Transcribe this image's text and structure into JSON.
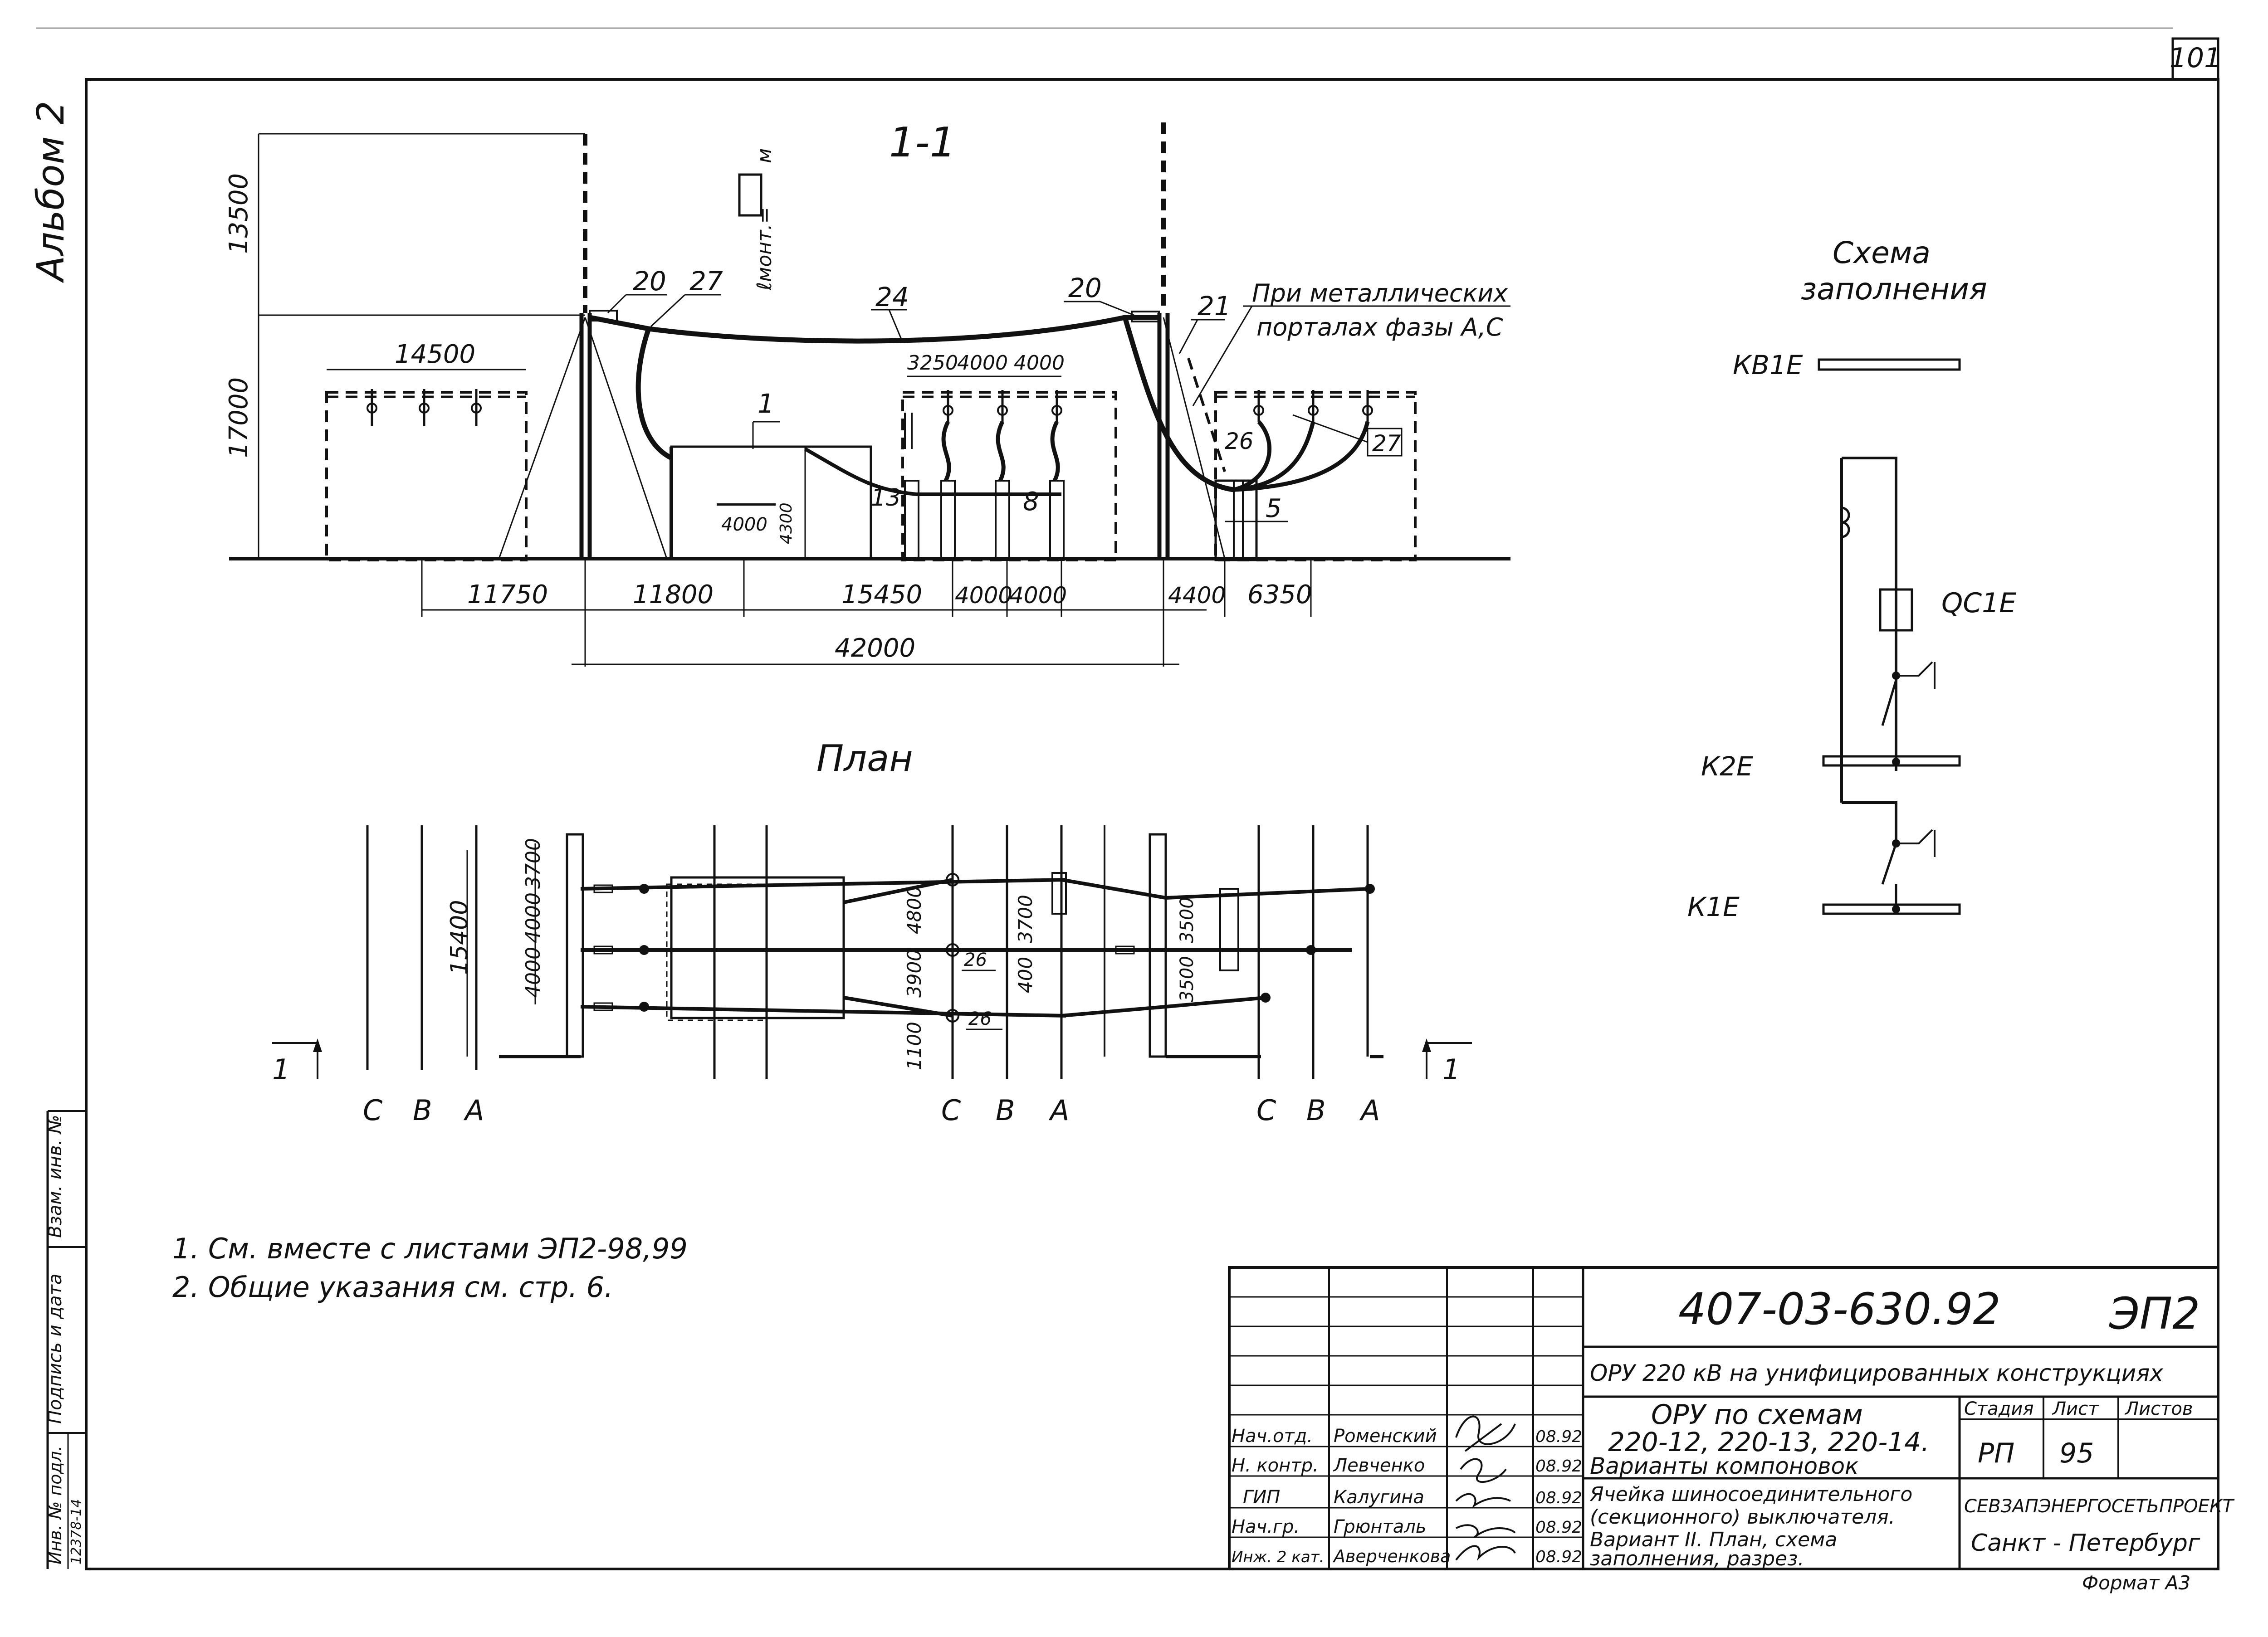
{
  "sheet_number": "101",
  "album": "Альбом 2",
  "section": {
    "title": "1-1",
    "mount_label": "ℓмонт.=",
    "mount_unit": "м",
    "heights": [
      "13500",
      "17000"
    ],
    "dims_top": [
      "14500",
      "3250",
      "4000",
      "4000"
    ],
    "dims_small": [
      "4000",
      "4300"
    ],
    "dims_bottom": [
      "11750",
      "11800",
      "15450",
      "4000",
      "4000",
      "4400",
      "6350"
    ],
    "dim_total": "42000",
    "callouts": [
      "20",
      "27",
      "24",
      "20",
      "21",
      "1",
      "13",
      "8",
      "26",
      "27",
      "5"
    ],
    "note_line1": "При металлических",
    "note_line2": "порталах фазы А,С"
  },
  "plan": {
    "title": "План",
    "dims_left": [
      "3700",
      "4000",
      "4000",
      "15400"
    ],
    "dims_mid": [
      "4800",
      "3700",
      "3900",
      "400",
      "1100"
    ],
    "dims_right": [
      "3500",
      "3500"
    ],
    "callouts": [
      "26",
      "26"
    ],
    "section_marks": [
      "1",
      "1"
    ],
    "phases": [
      "С",
      "В",
      "А"
    ]
  },
  "scheme": {
    "title_line1": "Схема",
    "title_line2": "заполнения",
    "labels": [
      "КВ1Е",
      "QC1E",
      "К2Е",
      "К1Е"
    ]
  },
  "notes": [
    "1. См. вместе с листами ЭП2-98,99",
    "2. Общие указания см. стр. 6."
  ],
  "side_stamp": [
    "Инв. № подл.",
    "Подпись и дата",
    "Взам. инв. №"
  ],
  "side_number": "12378-14",
  "title_block": {
    "doc_number": "407-03-630.92",
    "doc_code": "ЭП2",
    "project": "ОРУ 220 кВ на унифицированных конструкциях",
    "sheet_title_1": "ОРУ по схемам",
    "sheet_title_2": "220-12, 220-13, 220-14.",
    "sheet_title_3": "Варианты компоновок",
    "drawing_title_1": "Ячейка шиносоединительного",
    "drawing_title_2": "(секционного) выключателя.",
    "drawing_title_3": "Вариант II. План, схема",
    "drawing_title_4": "заполнения, разрез.",
    "headers": [
      "Стадия",
      "Лист",
      "Листов"
    ],
    "stage": "РП",
    "sheet": "95",
    "sheets": "",
    "org": "СЕВЗАПЭНЕРГОСЕТЬПРОЕКТ",
    "city": "Санкт - Петербург",
    "format": "Формат А3",
    "staff": [
      {
        "role": "Нач.отд.",
        "name": "Роменский",
        "date": "08.92"
      },
      {
        "role": "Н. контр.",
        "name": "Левченко",
        "date": "08.92"
      },
      {
        "role": "ГИП",
        "name": "Калугина",
        "date": "08.92"
      },
      {
        "role": "Нач.гр.",
        "name": "Грюнталь",
        "date": "08.92"
      },
      {
        "role": "Инж. 2 кат.",
        "name": "Аверченкова",
        "date": "08.92"
      }
    ]
  }
}
